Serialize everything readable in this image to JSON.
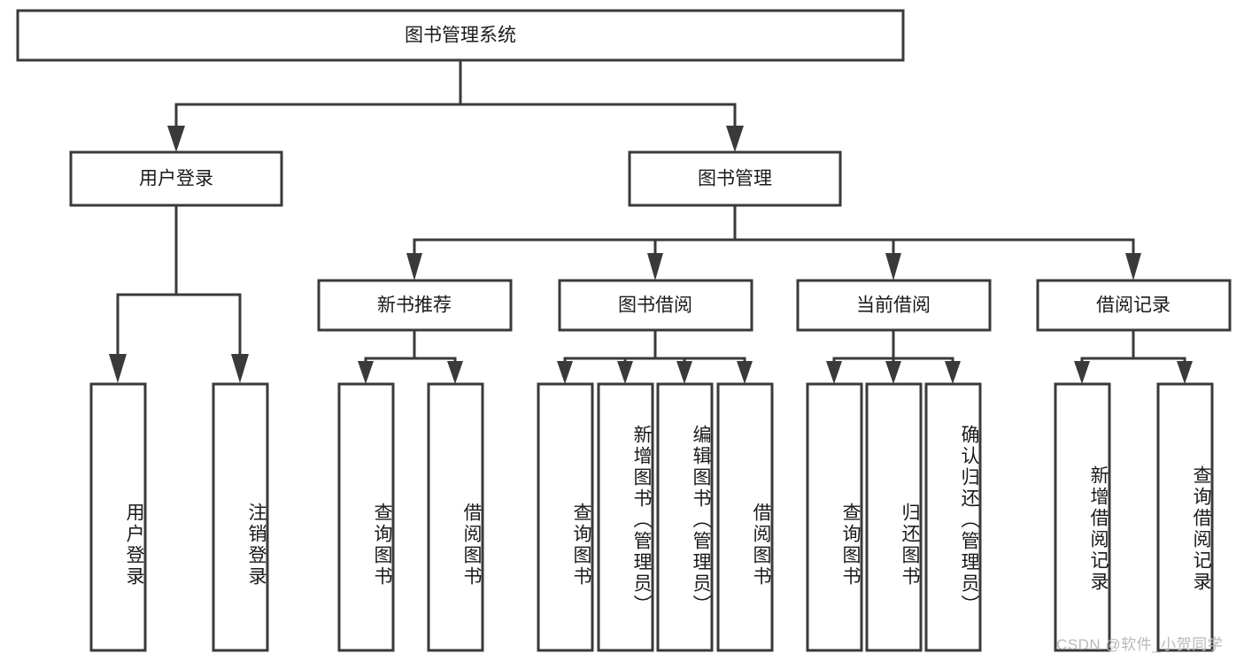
{
  "diagram": {
    "title": "图书管理系统",
    "type": "hierarchy-tree",
    "watermark": "CSDN @软件_小贺同学",
    "colors": {
      "stroke": "#3a3a3a",
      "fill": "#ffffff",
      "text": "#1a1a1a",
      "watermark": "#b9b9b9"
    },
    "nodes": {
      "root": {
        "label": "图书管理系统"
      },
      "level2": [
        {
          "id": "user-login",
          "label": "用户登录"
        },
        {
          "id": "book-management",
          "label": "图书管理"
        }
      ],
      "level3": [
        {
          "id": "new-book-recommend",
          "label": "新书推荐"
        },
        {
          "id": "book-borrow",
          "label": "图书借阅"
        },
        {
          "id": "current-borrow",
          "label": "当前借阅"
        },
        {
          "id": "borrow-record",
          "label": "借阅记录"
        }
      ],
      "leaves": {
        "user-login": [
          {
            "id": "leaf-user-login",
            "label": "用户登录"
          },
          {
            "id": "leaf-logout-login",
            "label": "注销登录"
          }
        ],
        "new-book-recommend": [
          {
            "id": "leaf-query-book-1",
            "label": "查询图书"
          },
          {
            "id": "leaf-borrow-book-1",
            "label": "借阅图书"
          }
        ],
        "book-borrow": [
          {
            "id": "leaf-query-book-2",
            "label": "查询图书"
          },
          {
            "id": "leaf-add-book",
            "label": "新增图书（管理员）"
          },
          {
            "id": "leaf-edit-book",
            "label": "编辑图书（管理员）"
          },
          {
            "id": "leaf-borrow-book-2",
            "label": "借阅图书"
          }
        ],
        "current-borrow": [
          {
            "id": "leaf-query-book-3",
            "label": "查询图书"
          },
          {
            "id": "leaf-return-book",
            "label": "归还图书"
          },
          {
            "id": "leaf-confirm-return",
            "label": "确认归还（管理员）"
          }
        ],
        "borrow-record": [
          {
            "id": "leaf-add-record",
            "label": "新增借阅记录"
          },
          {
            "id": "leaf-query-record",
            "label": "查询借阅记录"
          }
        ]
      }
    }
  }
}
